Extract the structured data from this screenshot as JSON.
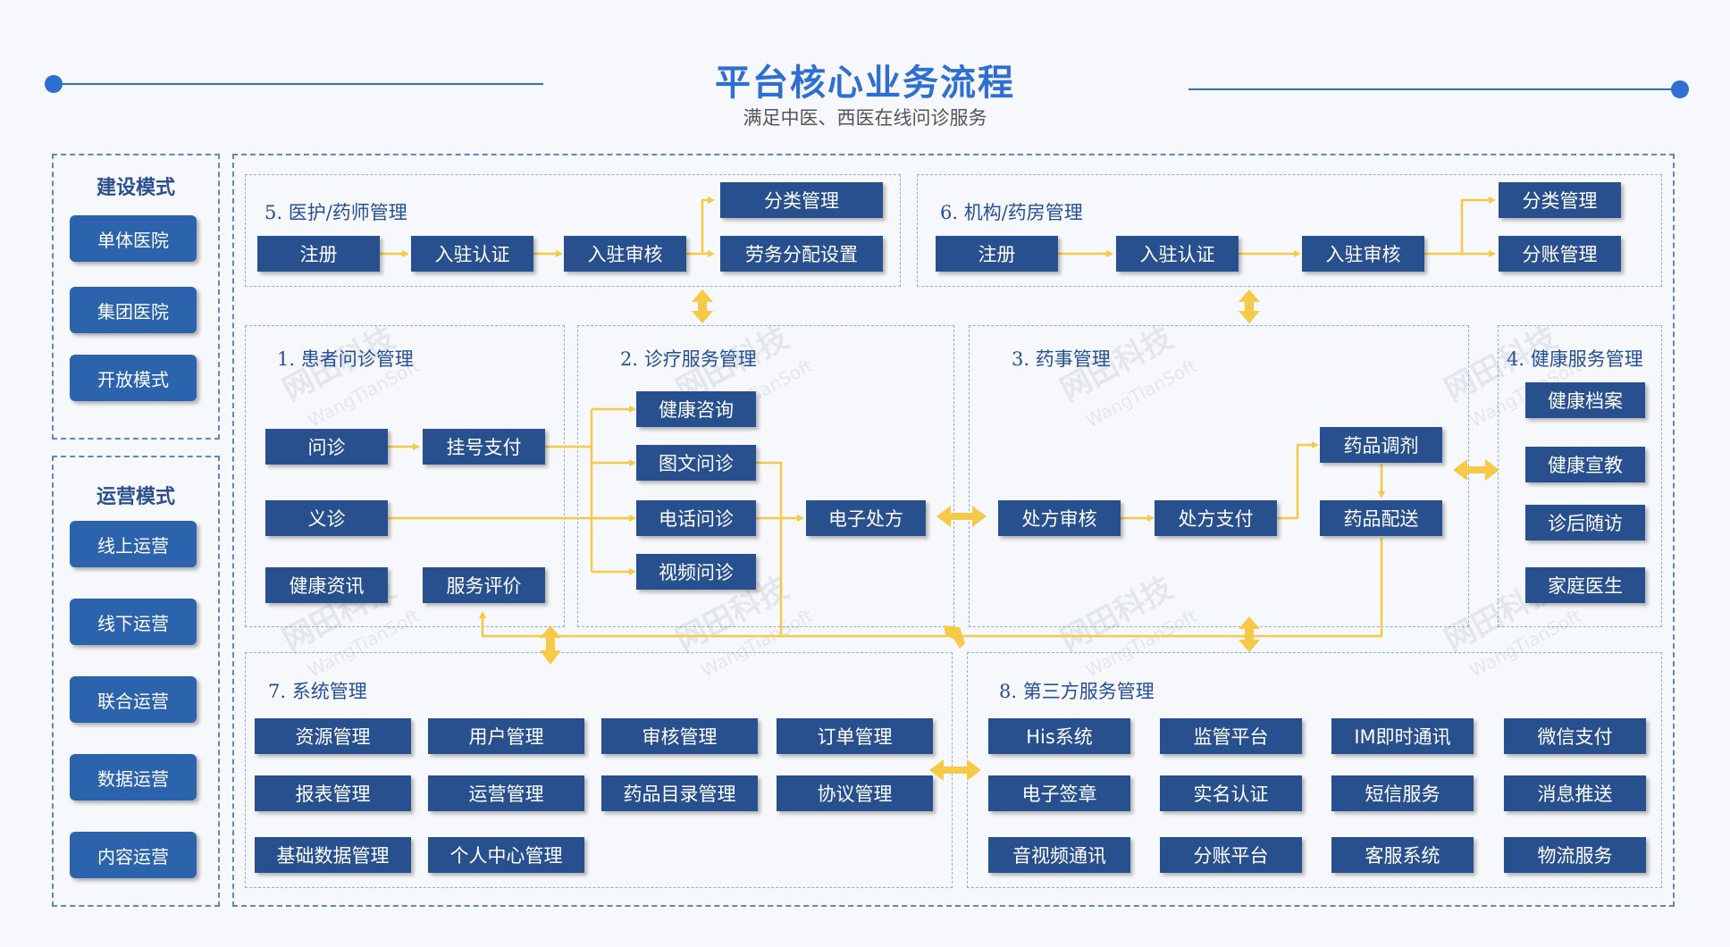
{
  "header": {
    "title": "平台核心业务流程",
    "subtitle": "满足中医、西医在线问诊服务"
  },
  "build_mode": {
    "title": "建设模式",
    "items": [
      "单体医院",
      "集团医院",
      "开放模式"
    ]
  },
  "ops_mode": {
    "title": "运营模式",
    "items": [
      "线上运营",
      "线下运营",
      "联合运营",
      "数据运营",
      "内容运营"
    ]
  },
  "sec5": {
    "title": "5. 医护/药师管理",
    "register": "注册",
    "certify": "入驻认证",
    "review": "入驻审核",
    "classify": "分类管理",
    "labor": "劳务分配设置"
  },
  "sec6": {
    "title": "6. 机构/药房管理",
    "register": "注册",
    "certify": "入驻认证",
    "review": "入驻审核",
    "classify": "分类管理",
    "split": "分账管理"
  },
  "sec1": {
    "title": "1. 患者问诊管理",
    "consult": "问诊",
    "pay": "挂号支付",
    "free": "义诊",
    "news": "健康资讯",
    "rating": "服务评价"
  },
  "sec2": {
    "title": "2. 诊疗服务管理",
    "health": "健康咨询",
    "text": "图文问诊",
    "phone": "电话问诊",
    "video": "视频问诊",
    "rx": "电子处方"
  },
  "sec3": {
    "title": "3. 药事管理",
    "rx_review": "处方审核",
    "rx_pay": "处方支付",
    "dispense": "药品调剂",
    "deliver": "药品配送"
  },
  "sec4": {
    "title": "4. 健康服务管理",
    "items": [
      "健康档案",
      "健康宣教",
      "诊后随访",
      "家庭医生"
    ]
  },
  "sec7": {
    "title": "7. 系统管理",
    "items": [
      "资源管理",
      "用户管理",
      "审核管理",
      "订单管理",
      "报表管理",
      "运营管理",
      "药品目录管理",
      "协议管理",
      "基础数据管理",
      "个人中心管理"
    ]
  },
  "sec8": {
    "title": "8. 第三方服务管理",
    "items": [
      "His系统",
      "监管平台",
      "IM即时通讯",
      "微信支付",
      "电子签章",
      "实名认证",
      "短信服务",
      "消息推送",
      "音视频通讯",
      "分账平台",
      "客服系统",
      "物流服务"
    ]
  },
  "watermark": {
    "cn": "网田科技",
    "en": "WangTianSoft"
  },
  "colors": {
    "accent": "#2e6fd1",
    "box": "#28508e",
    "pill": "#2b63ad",
    "arrow": "#f7c948"
  }
}
